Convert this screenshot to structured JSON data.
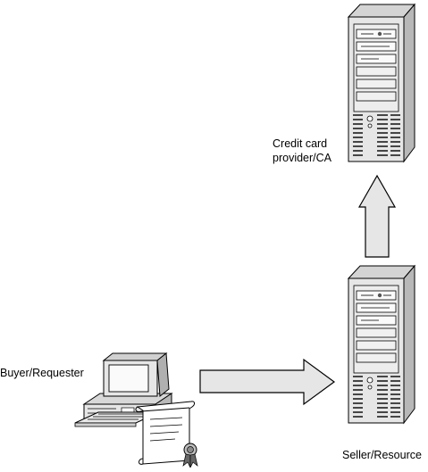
{
  "labels": {
    "ca_line1": "Credit card",
    "ca_line2": "provider/CA",
    "buyer": "Buyer/Requester",
    "seller": "Seller/Resource"
  },
  "icons": {
    "top_server": "server-tower-icon",
    "bottom_server": "server-tower-icon",
    "buyer_computer": "desktop-computer-icon",
    "certificate": "certificate-scroll-icon",
    "up_arrow": "arrow-up-icon",
    "right_arrow": "arrow-right-icon"
  },
  "colors": {
    "server_front": "#e6e6e6",
    "server_side": "#bdbdbd",
    "arrow_fill": "#e6e6e6",
    "stroke": "#000000"
  }
}
